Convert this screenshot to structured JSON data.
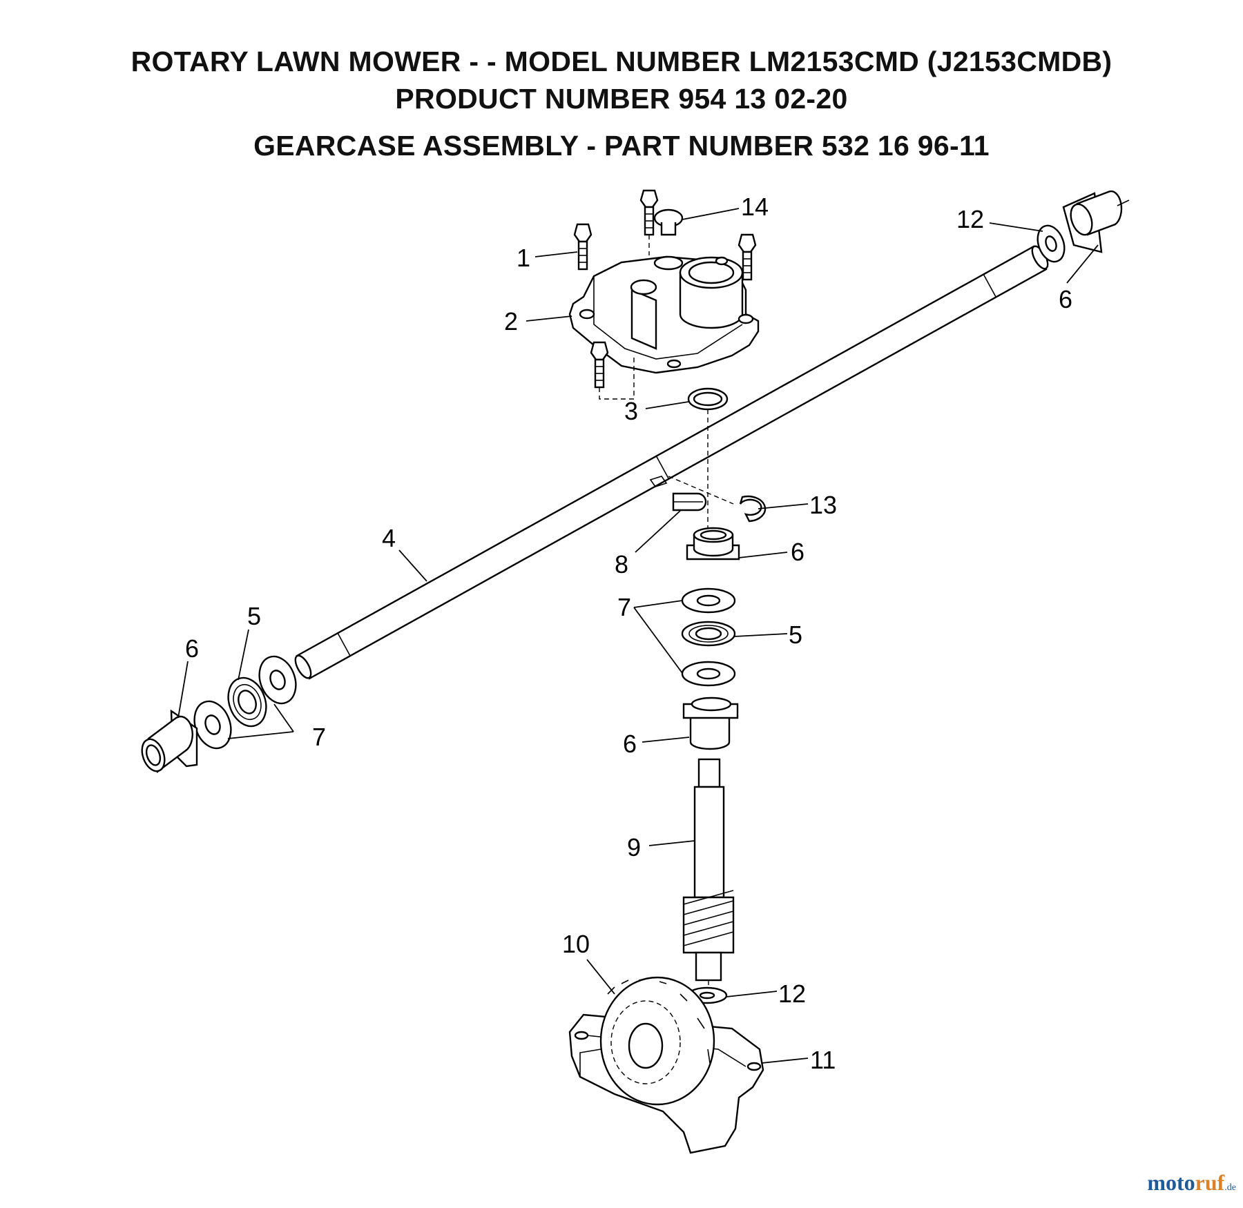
{
  "header": {
    "line1": "ROTARY LAWN MOWER - - MODEL NUMBER LM2153CMD (J2153CMDB)",
    "line2": "PRODUCT NUMBER 954 13 02-20",
    "line3": "GEARCASE ASSEMBLY - PART NUMBER 532 16 96-11"
  },
  "callouts": {
    "c1": "1",
    "c2": "2",
    "c3": "3",
    "c4": "4",
    "c5a": "5",
    "c5b": "5",
    "c6a": "6",
    "c6b": "6",
    "c6c": "6",
    "c6d": "6",
    "c7a": "7",
    "c7b": "7",
    "c8": "8",
    "c9": "9",
    "c10": "10",
    "c11": "11",
    "c12a": "12",
    "c12b": "12",
    "c13": "13",
    "c14": "14"
  },
  "watermark": {
    "part1": "moto",
    "part2": "ruf",
    "suffix": ".de"
  }
}
